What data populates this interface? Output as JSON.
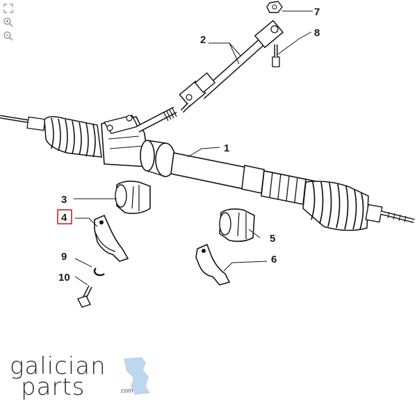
{
  "toolbar": {
    "fit_icon": "fit-to-screen-icon",
    "zoom_in_icon": "zoom-in-icon",
    "zoom_out_icon": "zoom-out-icon"
  },
  "diagram": {
    "callouts": [
      {
        "id": "1",
        "label": "1"
      },
      {
        "id": "2",
        "label": "2"
      },
      {
        "id": "3",
        "label": "3"
      },
      {
        "id": "4",
        "label": "4",
        "highlighted": true
      },
      {
        "id": "5",
        "label": "5"
      },
      {
        "id": "6",
        "label": "6"
      },
      {
        "id": "7",
        "label": "7"
      },
      {
        "id": "8",
        "label": "8"
      },
      {
        "id": "9",
        "label": "9"
      },
      {
        "id": "10",
        "label": "10"
      }
    ],
    "highlight_color": "#d0202a"
  },
  "logo": {
    "line1": "galician",
    "line2": "parts",
    "suffix": ".com",
    "accent_color": "#bcd7ee"
  }
}
